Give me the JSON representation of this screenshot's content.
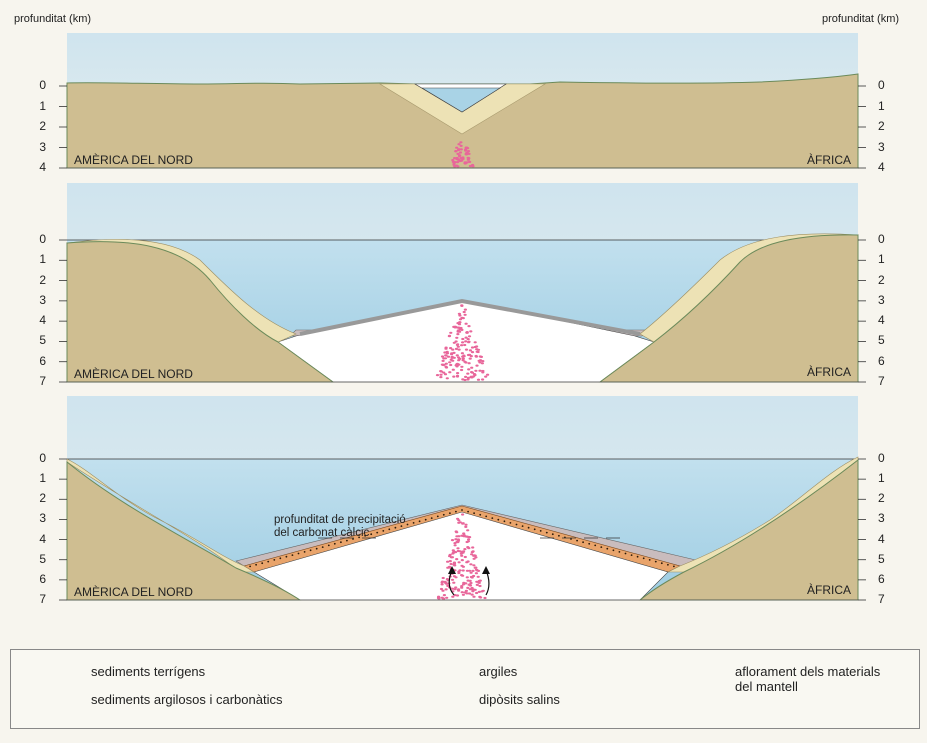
{
  "axis": {
    "left_title": "profunditat (km)",
    "right_title": "profunditat (km)"
  },
  "panels": [
    {
      "id": "p1",
      "left_name": "AMÈRICA DEL NORD",
      "right_name": "ÀFRICA",
      "ticks": [
        "0",
        "1",
        "2",
        "3",
        "4"
      ]
    },
    {
      "id": "p2",
      "left_name": "AMÈRICA DEL NORD",
      "right_name": "ÀFRICA",
      "ticks": [
        "0",
        "1",
        "2",
        "3",
        "4",
        "5",
        "6",
        "7"
      ]
    },
    {
      "id": "p3",
      "left_name": "AMÈRICA DEL NORD",
      "right_name": "ÀFRICA",
      "ticks": [
        "0",
        "1",
        "2",
        "3",
        "4",
        "5",
        "6",
        "7"
      ],
      "annotation": [
        "profunditat de precipitació",
        "del carbonat càlcic"
      ]
    }
  ],
  "legend": {
    "items": [
      {
        "label": "sediments terrígens",
        "kind": "terrigenous"
      },
      {
        "label": "sediments argilosos i carbonàtics",
        "kind": "clay-carbonate"
      },
      {
        "label": "argiles",
        "kind": "clay"
      },
      {
        "label": "dipòsits salins",
        "kind": "salt"
      },
      {
        "label_lines": [
          "aflorament dels materials",
          "del mantell"
        ],
        "kind": "mantle"
      }
    ]
  },
  "colors": {
    "sky": "#d8eaf1",
    "water": "#a9d3e6",
    "crust": "#cfbe91",
    "terrigenous": "#ede2b5",
    "clay": "#c9bcbd",
    "salt": "#ffffff",
    "carbonate": "#e9a46b",
    "mantle": "#e8669a"
  }
}
